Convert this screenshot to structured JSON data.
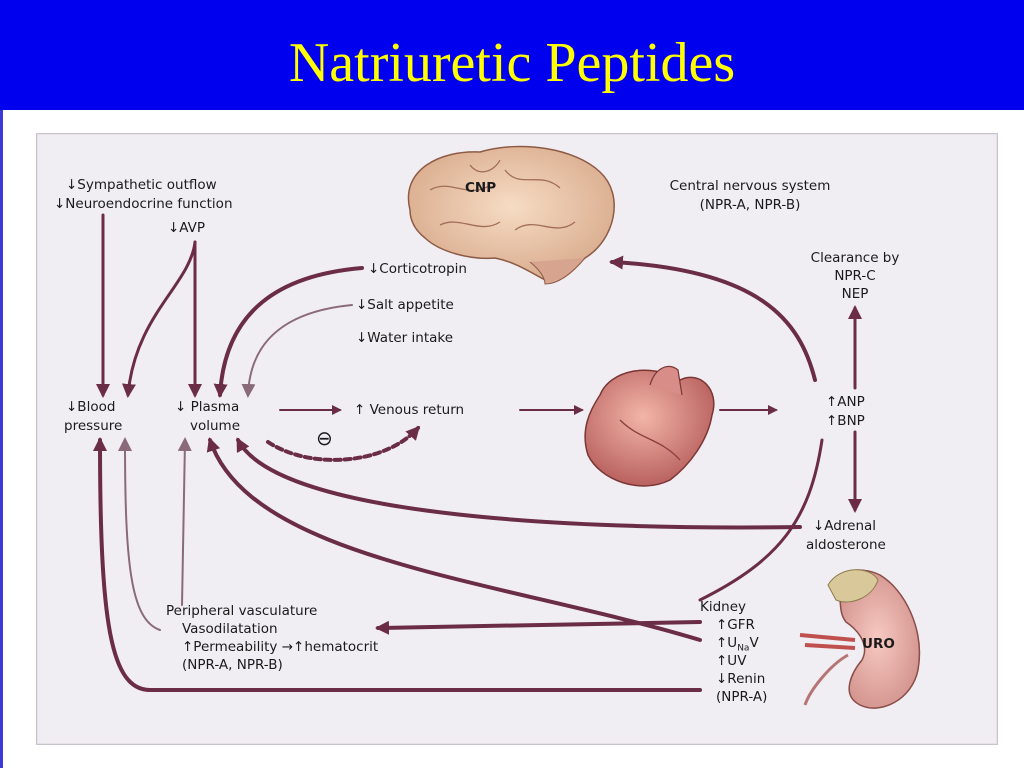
{
  "slide": {
    "title": "Natriuretic Peptides",
    "colors": {
      "header_bg": "#0000ee",
      "title_text": "#ffff00",
      "arrow": "#6a2d45"
    }
  },
  "diagram": {
    "organs": {
      "brain": {
        "label": "CNP"
      },
      "heart": {
        "label": ""
      },
      "kidney": {
        "label": "URO"
      }
    },
    "labels": {
      "sympathetic": "↓Sympathetic outflow",
      "neuroendocrine": "↓Neuroendocrine function",
      "avp": "↓AVP",
      "corticotropin": "↓Corticotropin",
      "salt": "↓Salt appetite",
      "water": "↓Water intake",
      "cns_1": "Central nervous system",
      "cns_2": "(NPR-A, NPR-B)",
      "clear_1": "Clearance by",
      "clear_2": "NPR-C",
      "clear_3": "NEP",
      "bp_1": "↓Blood",
      "bp_2": "pressure",
      "pv_1": "↓ Plasma",
      "pv_2": "volume",
      "venous": "↑ Venous return",
      "minus": "⊖",
      "anp": "↑ANP",
      "bnp": "↑BNP",
      "adrenal_1": "↓Adrenal",
      "adrenal_2": "aldosterone",
      "periph_1": "Peripheral vasculature",
      "periph_2": "Vasodilatation",
      "periph_3": "↑Permeability →↑hematocrit",
      "periph_4": "(NPR-A, NPR-B)",
      "kidney_1": "Kidney",
      "kidney_2": "↑GFR",
      "kidney_3_a": "↑U",
      "kidney_3_sub": "Na",
      "kidney_3_b": "V",
      "kidney_4": "↑UV",
      "kidney_5": "↓Renin",
      "kidney_6": "(NPR-A)"
    }
  }
}
